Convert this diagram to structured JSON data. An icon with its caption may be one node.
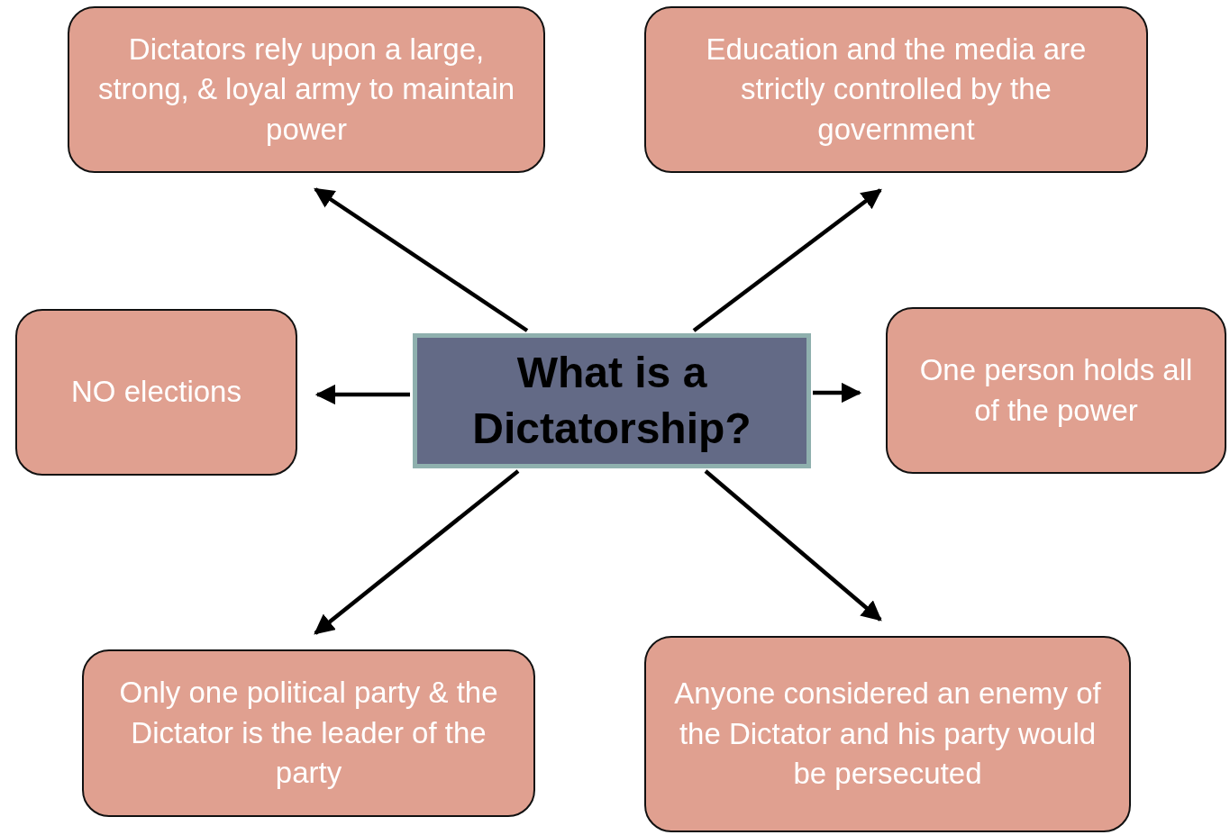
{
  "diagram": {
    "nodes": [
      {
        "text": [
          "What is a Dictatorship?"
        ]
      },
      {
        "text": [
          "Dictators rely upon a large, strong, & loyal army to maintain power"
        ]
      },
      {
        "text": [
          "Education and the media are strictly controlled by the government"
        ]
      },
      {
        "text": [
          "NO elections"
        ]
      },
      {
        "text": [
          "One person holds all of the power"
        ]
      },
      {
        "text": [
          "Only one political party & the Dictator is the leader of the party"
        ]
      },
      {
        "text": [
          "Anyone considered an enemy of the Dictator and his party would be persecuted"
        ]
      }
    ],
    "edges": [
      {
        "from": 0,
        "to": 1,
        "arrow": "to"
      },
      {
        "from": 0,
        "to": 2,
        "arrow": "to"
      },
      {
        "from": 0,
        "to": 3,
        "arrow": "to"
      },
      {
        "from": 0,
        "to": 4,
        "arrow": "to"
      },
      {
        "from": 0,
        "to": 5,
        "arrow": "to"
      },
      {
        "from": 0,
        "to": 6,
        "arrow": "to"
      }
    ]
  }
}
